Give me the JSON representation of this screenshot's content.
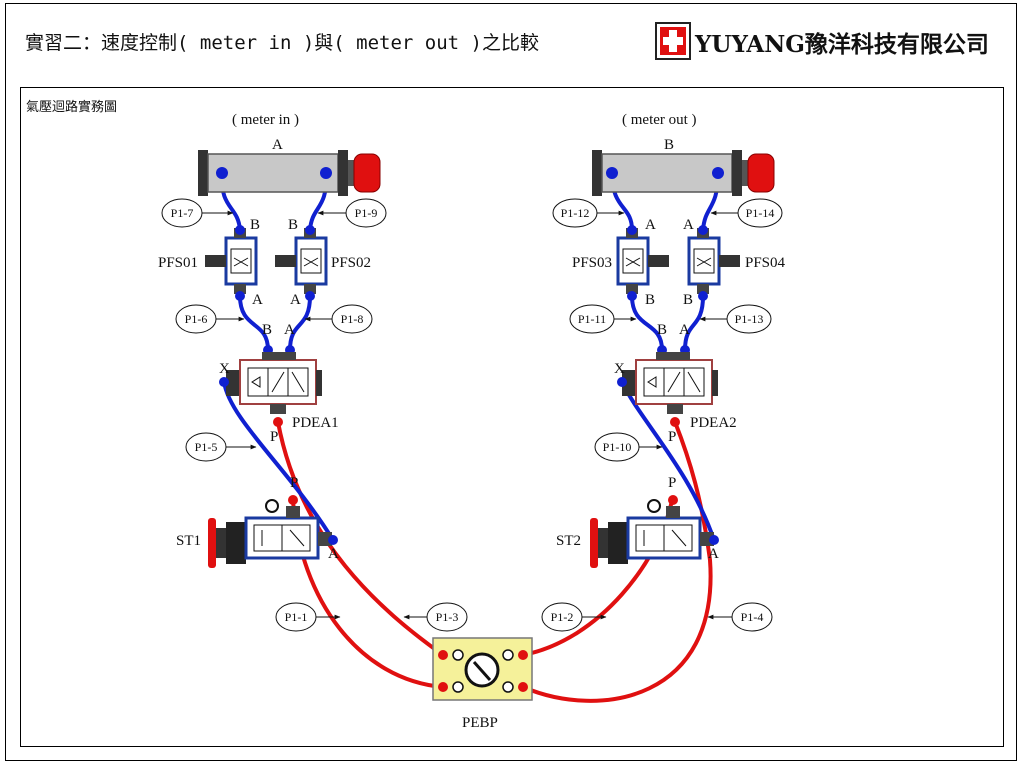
{
  "header": {
    "title": "實習二：速度控制( meter in )與( meter out )之比較",
    "brand": "YUYANG豫洋科技有限公司"
  },
  "panel": {
    "title": "氣壓迴路實務圖"
  },
  "sections": {
    "meter_in": "( meter in )",
    "meter_out": "( meter out )"
  },
  "cylinders": {
    "left": "A",
    "right": "B"
  },
  "ports": {
    "cylA_left": "B",
    "cylA_right": "B",
    "pfs01_out": "A",
    "pfs02_out": "A",
    "dea1_left": "B",
    "dea1_right": "A",
    "cylB_left": "A",
    "cylB_right": "A",
    "pfs03_out": "B",
    "pfs04_out": "B",
    "dea2_left": "B",
    "dea2_right": "A",
    "dea1_x": "X",
    "dea1_p": "P",
    "dea2_x": "X",
    "dea2_p": "P",
    "st1_p": "P",
    "st1_a": "A",
    "st2_p": "P",
    "st2_a": "A"
  },
  "components": {
    "pfs01": "PFS01",
    "pfs02": "PFS02",
    "pfs03": "PFS03",
    "pfs04": "PFS04",
    "pdea1": "PDEA1",
    "pdea2": "PDEA2",
    "st1": "ST1",
    "st2": "ST2",
    "pebp": "PEBP"
  },
  "callouts": {
    "p1_1": "P1-1",
    "p1_2": "P1-2",
    "p1_3": "P1-3",
    "p1_4": "P1-4",
    "p1_5": "P1-5",
    "p1_6": "P1-6",
    "p1_7": "P1-7",
    "p1_8": "P1-8",
    "p1_9": "P1-9",
    "p1_10": "P1-10",
    "p1_11": "P1-11",
    "p1_12": "P1-12",
    "p1_13": "P1-13",
    "p1_14": "P1-14"
  },
  "colors": {
    "pressure_line": "#e01010",
    "signal_line": "#1020d0",
    "cylinder_body": "#c8c8c8",
    "cylinder_cap": "#e01010",
    "base_plate": "#f5f19a"
  }
}
